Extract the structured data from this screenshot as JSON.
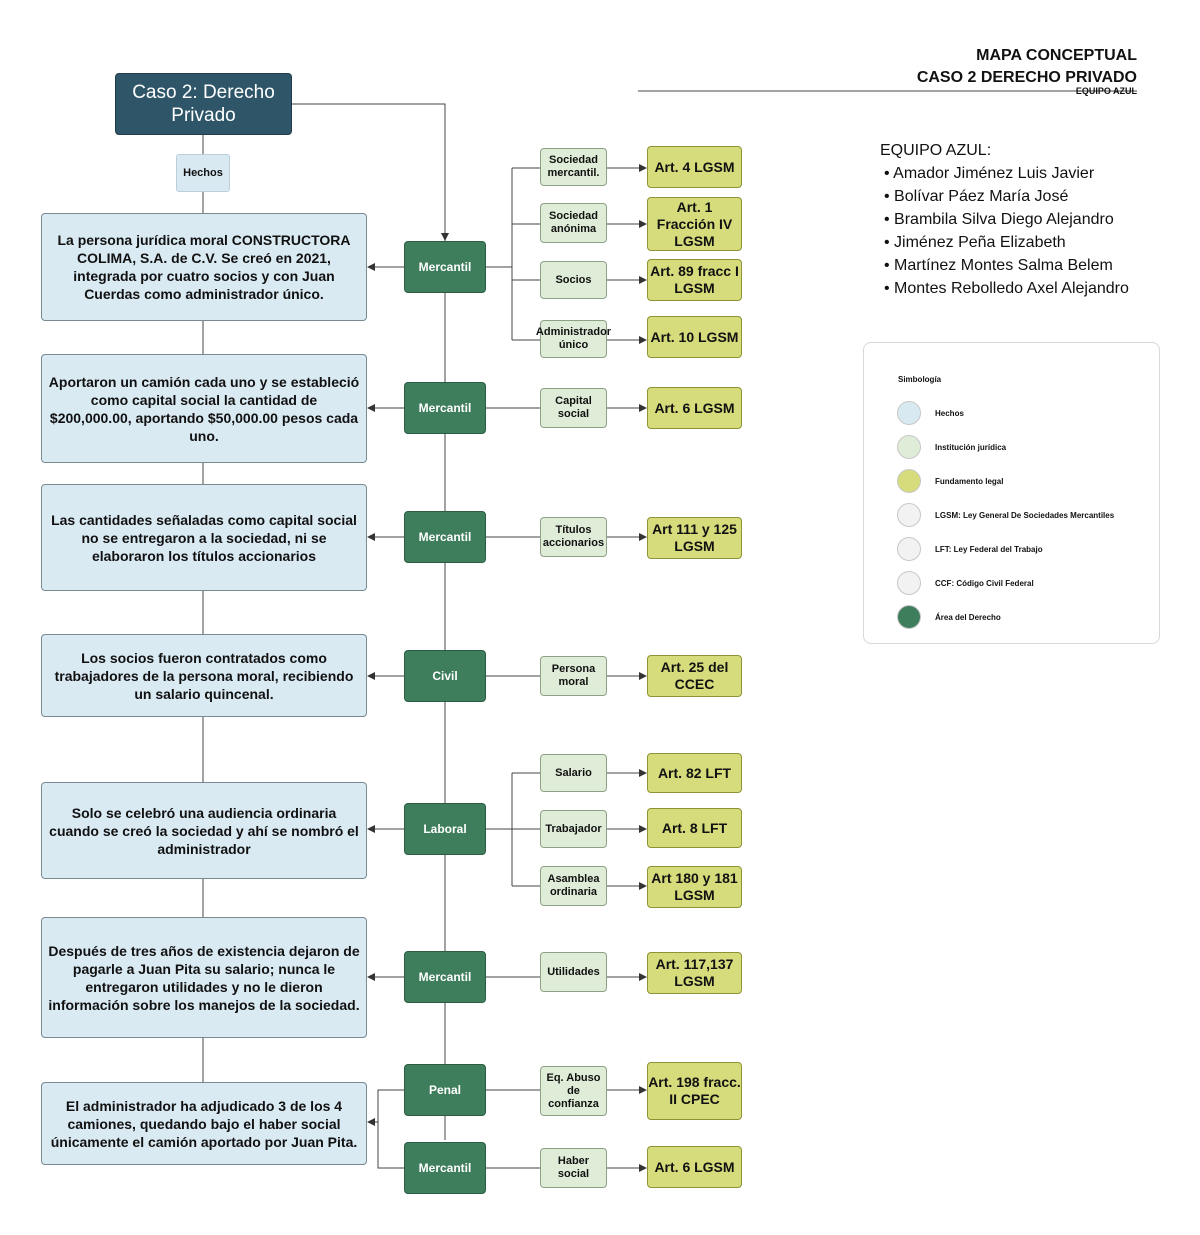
{
  "header": {
    "title_line1": "MAPA CONCEPTUAL",
    "title_line2": "CASO 2 DERECHO PRIVADO",
    "subtitle": "EQUIPO AZUL"
  },
  "main_node": "Caso 2: Derecho Privado",
  "hechos_label": "Hechos",
  "facts": [
    {
      "pre": "La persona jurídica moral ",
      "bold": "CONSTRUCTORA COLIMA, S.A. de C.V.",
      "post": " Se creó en 2021, integrada por cuatro socios y con Juan Cuerdas como administrador único."
    },
    {
      "pre": "Aportaron un camión cada uno y se estableció como capital social la cantidad de $200,000.00, aportando $50,000.00 pesos cada uno.",
      "bold": "",
      "post": ""
    },
    {
      "pre": "Las cantidades señaladas como capital social no se entregaron a la sociedad, ni se elaboraron los títulos accionarios",
      "bold": "",
      "post": ""
    },
    {
      "pre": "Los socios fueron contratados como trabajadores de la persona moral, recibiendo un salario quincenal.",
      "bold": "",
      "post": ""
    },
    {
      "pre": "Solo se celebró una audiencia ordinaria cuando se creó la sociedad y ahí se nombró el administrador",
      "bold": "",
      "post": ""
    },
    {
      "pre": "Después de tres años de existencia dejaron de pagarle a Juan Pita su salario; nunca le entregaron utilidades y no le dieron información sobre los manejos de la sociedad.",
      "bold": "",
      "post": ""
    },
    {
      "pre": "El administrador ha adjudicado 3 de los 4 camiones, quedando bajo el haber social únicamente el camión aportado por Juan Pita.",
      "bold": "",
      "post": ""
    }
  ],
  "areas": [
    "Mercantil",
    "Mercantil",
    "Mercantil",
    "Civil",
    "Laboral",
    "Mercantil",
    "Penal",
    "Mercantil"
  ],
  "institutions": [
    "Sociedad mercantil.",
    "Sociedad anónima",
    "Socios",
    "Administrador único",
    "Capital social",
    "Títulos accionarios",
    "Persona moral",
    "Salario",
    "Trabajador",
    "Asamblea ordinaria",
    "Utilidades",
    "Eq. Abuso de confianza",
    "Haber social"
  ],
  "laws": [
    "Art. 4 LGSM",
    "Art. 1 Fracción IV LGSM",
    "Art. 89 fracc I LGSM",
    "Art. 10 LGSM",
    "Art. 6 LGSM",
    "Art 111 y 125 LGSM",
    "Art. 25 del CCEC",
    "Art. 82 LFT",
    "Art. 8 LFT",
    "Art 180 y 181 LGSM",
    "Art. 117,137 LGSM",
    "Art. 198 fracc. II CPEC",
    "Art. 6 LGSM"
  ],
  "team": {
    "title": "EQUIPO AZUL:",
    "members": [
      "Amador Jiménez Luis Javier",
      "Bolívar Páez María José",
      "Brambila Silva Diego Alejandro",
      "Jiménez Peña Elizabeth",
      "Martínez Montes Salma Belem",
      "Montes Rebolledo Axel Alejandro"
    ]
  },
  "legend": {
    "title": "Simbología",
    "items": [
      {
        "color": "#d9e9f2",
        "label": "Hechos"
      },
      {
        "color": "#dfecd8",
        "label": "Institución jurídica"
      },
      {
        "color": "#d6dc7b",
        "label": "Fundamento legal"
      },
      {
        "color": "#f2f2f2",
        "label": "LGSM: Ley General De Sociedades Mercantiles"
      },
      {
        "color": "#f2f2f2",
        "label": "LFT: Ley Federal del Trabajo"
      },
      {
        "color": "#f2f2f2",
        "label": "CCF: Código Civil Federal"
      },
      {
        "color": "#3f7e5c",
        "label": "Área del Derecho"
      }
    ]
  }
}
